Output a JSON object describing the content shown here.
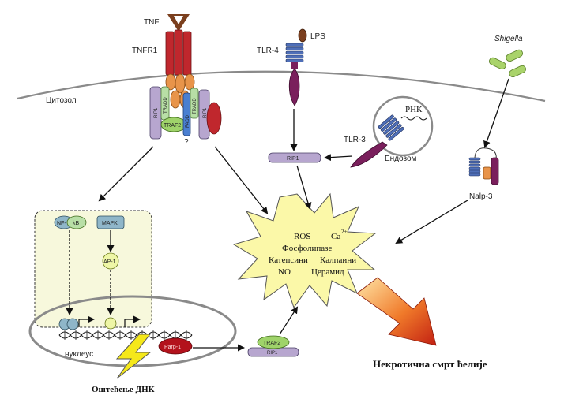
{
  "labels": {
    "tnf": "TNF",
    "tnfr1": "TNFR1",
    "cytosol": "Цитозол",
    "tlr4": "TLR-4",
    "lps": "LPS",
    "shigella": "Shigella",
    "tradd": "TRADD",
    "rip1": "RIP1",
    "traf2": "TRAF2",
    "fadd": "FADD",
    "question": "?",
    "tlr3": "TLR-3",
    "rnk": "РНК",
    "endosome": "Ендозом",
    "nalp3": "Nalp-3",
    "nfkb_left": "NF-",
    "nfkb_right": "kB",
    "mapk": "MAPK",
    "ap1": "AP-1",
    "nucleus": "нуклеус",
    "parp": "Parp-1",
    "dna_damage": "Оштећење ДНК",
    "necrotic_death": "Некротична смрт ћелије"
  },
  "burst": {
    "ros": "ROS",
    "ca": "Ca",
    "ca_sup": "2+",
    "phospholipases": "Фосфолипазе",
    "cathepsins": "Катепсини",
    "calpains": "Калпаини",
    "no": "NO",
    "ceramide": "Церамид"
  },
  "colors": {
    "receptor_red": "#c0272d",
    "tradd_green": "#b8dfa6",
    "rip1_purple": "#b7a6cf",
    "traf2_green": "#9fd36a",
    "fadd_blue": "#4a7fd1",
    "orange": "#e8944a",
    "tlr_purple": "#7a1f5c",
    "tlr_blue": "#4f6fb8",
    "burst_yellow": "#fbf8a8",
    "nucleus_box": "#f7f8dc",
    "brown": "#7b3f1e",
    "shigella_green": "#a9d36a"
  }
}
